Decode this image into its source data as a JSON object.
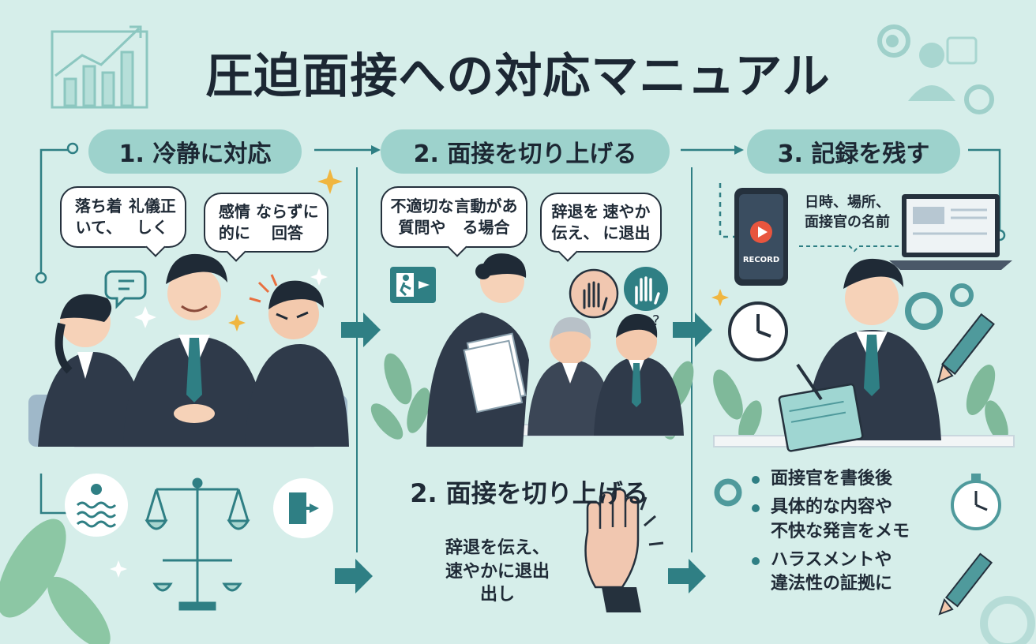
{
  "title": "圧迫面接への対応マニュアル",
  "steps": [
    {
      "heading": "1. 冷静に対応",
      "bubbles": [
        [
          "落ち着いて、",
          "礼儀正しく"
        ],
        [
          "感情的に",
          "ならずに回答"
        ]
      ]
    },
    {
      "heading": "2. 面接を切り上げる",
      "bubbles": [
        [
          "不適切な質問や",
          "言動がある場合"
        ],
        [
          "辞退を伝え、",
          "速やかに退出"
        ]
      ]
    },
    {
      "heading": "3. 記録を残す",
      "note": [
        "日時、場所、",
        "面接官の名前"
      ],
      "phone_label": "RECORD"
    }
  ],
  "lower": {
    "heading": "2. 面接を切り上げる",
    "text": [
      "辞退を伝え、",
      "速やかに退出",
      "出し"
    ]
  },
  "bullets": [
    [
      "面接官を書後後"
    ],
    [
      "具体的な内容や",
      "不快な発言をメモ"
    ],
    [
      "ハラスメントや",
      "違法性の証拠に"
    ]
  ],
  "colors": {
    "background": "#d6eeea",
    "pill": "#9dd2cc",
    "accent": "#2f7f84",
    "suit": "#2f3a4a",
    "text": "#1c2733"
  },
  "icons": [
    "growth-chart-icon",
    "gear-icon",
    "handshake-person-icon",
    "exit-sign-icon",
    "raised-hand-icon",
    "stop-hand-icon",
    "phone-record-icon",
    "laptop-icon",
    "clock-icon",
    "pencil-icon",
    "scales-icon",
    "wave-icon",
    "door-exit-icon",
    "stopwatch-icon",
    "leaf-icon",
    "sparkle-icon"
  ]
}
